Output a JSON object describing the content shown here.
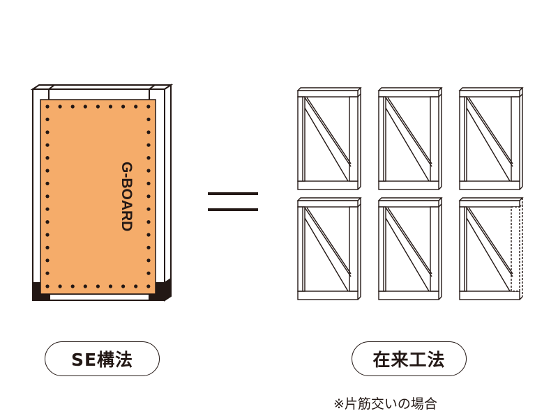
{
  "se_structure": {
    "board_label": "G-BOARD",
    "label": "SE構法"
  },
  "conventional": {
    "label": "在来工法",
    "note": "※片筋交いの場合"
  },
  "colors": {
    "board": "#f5ac6a",
    "line": "#231815"
  }
}
